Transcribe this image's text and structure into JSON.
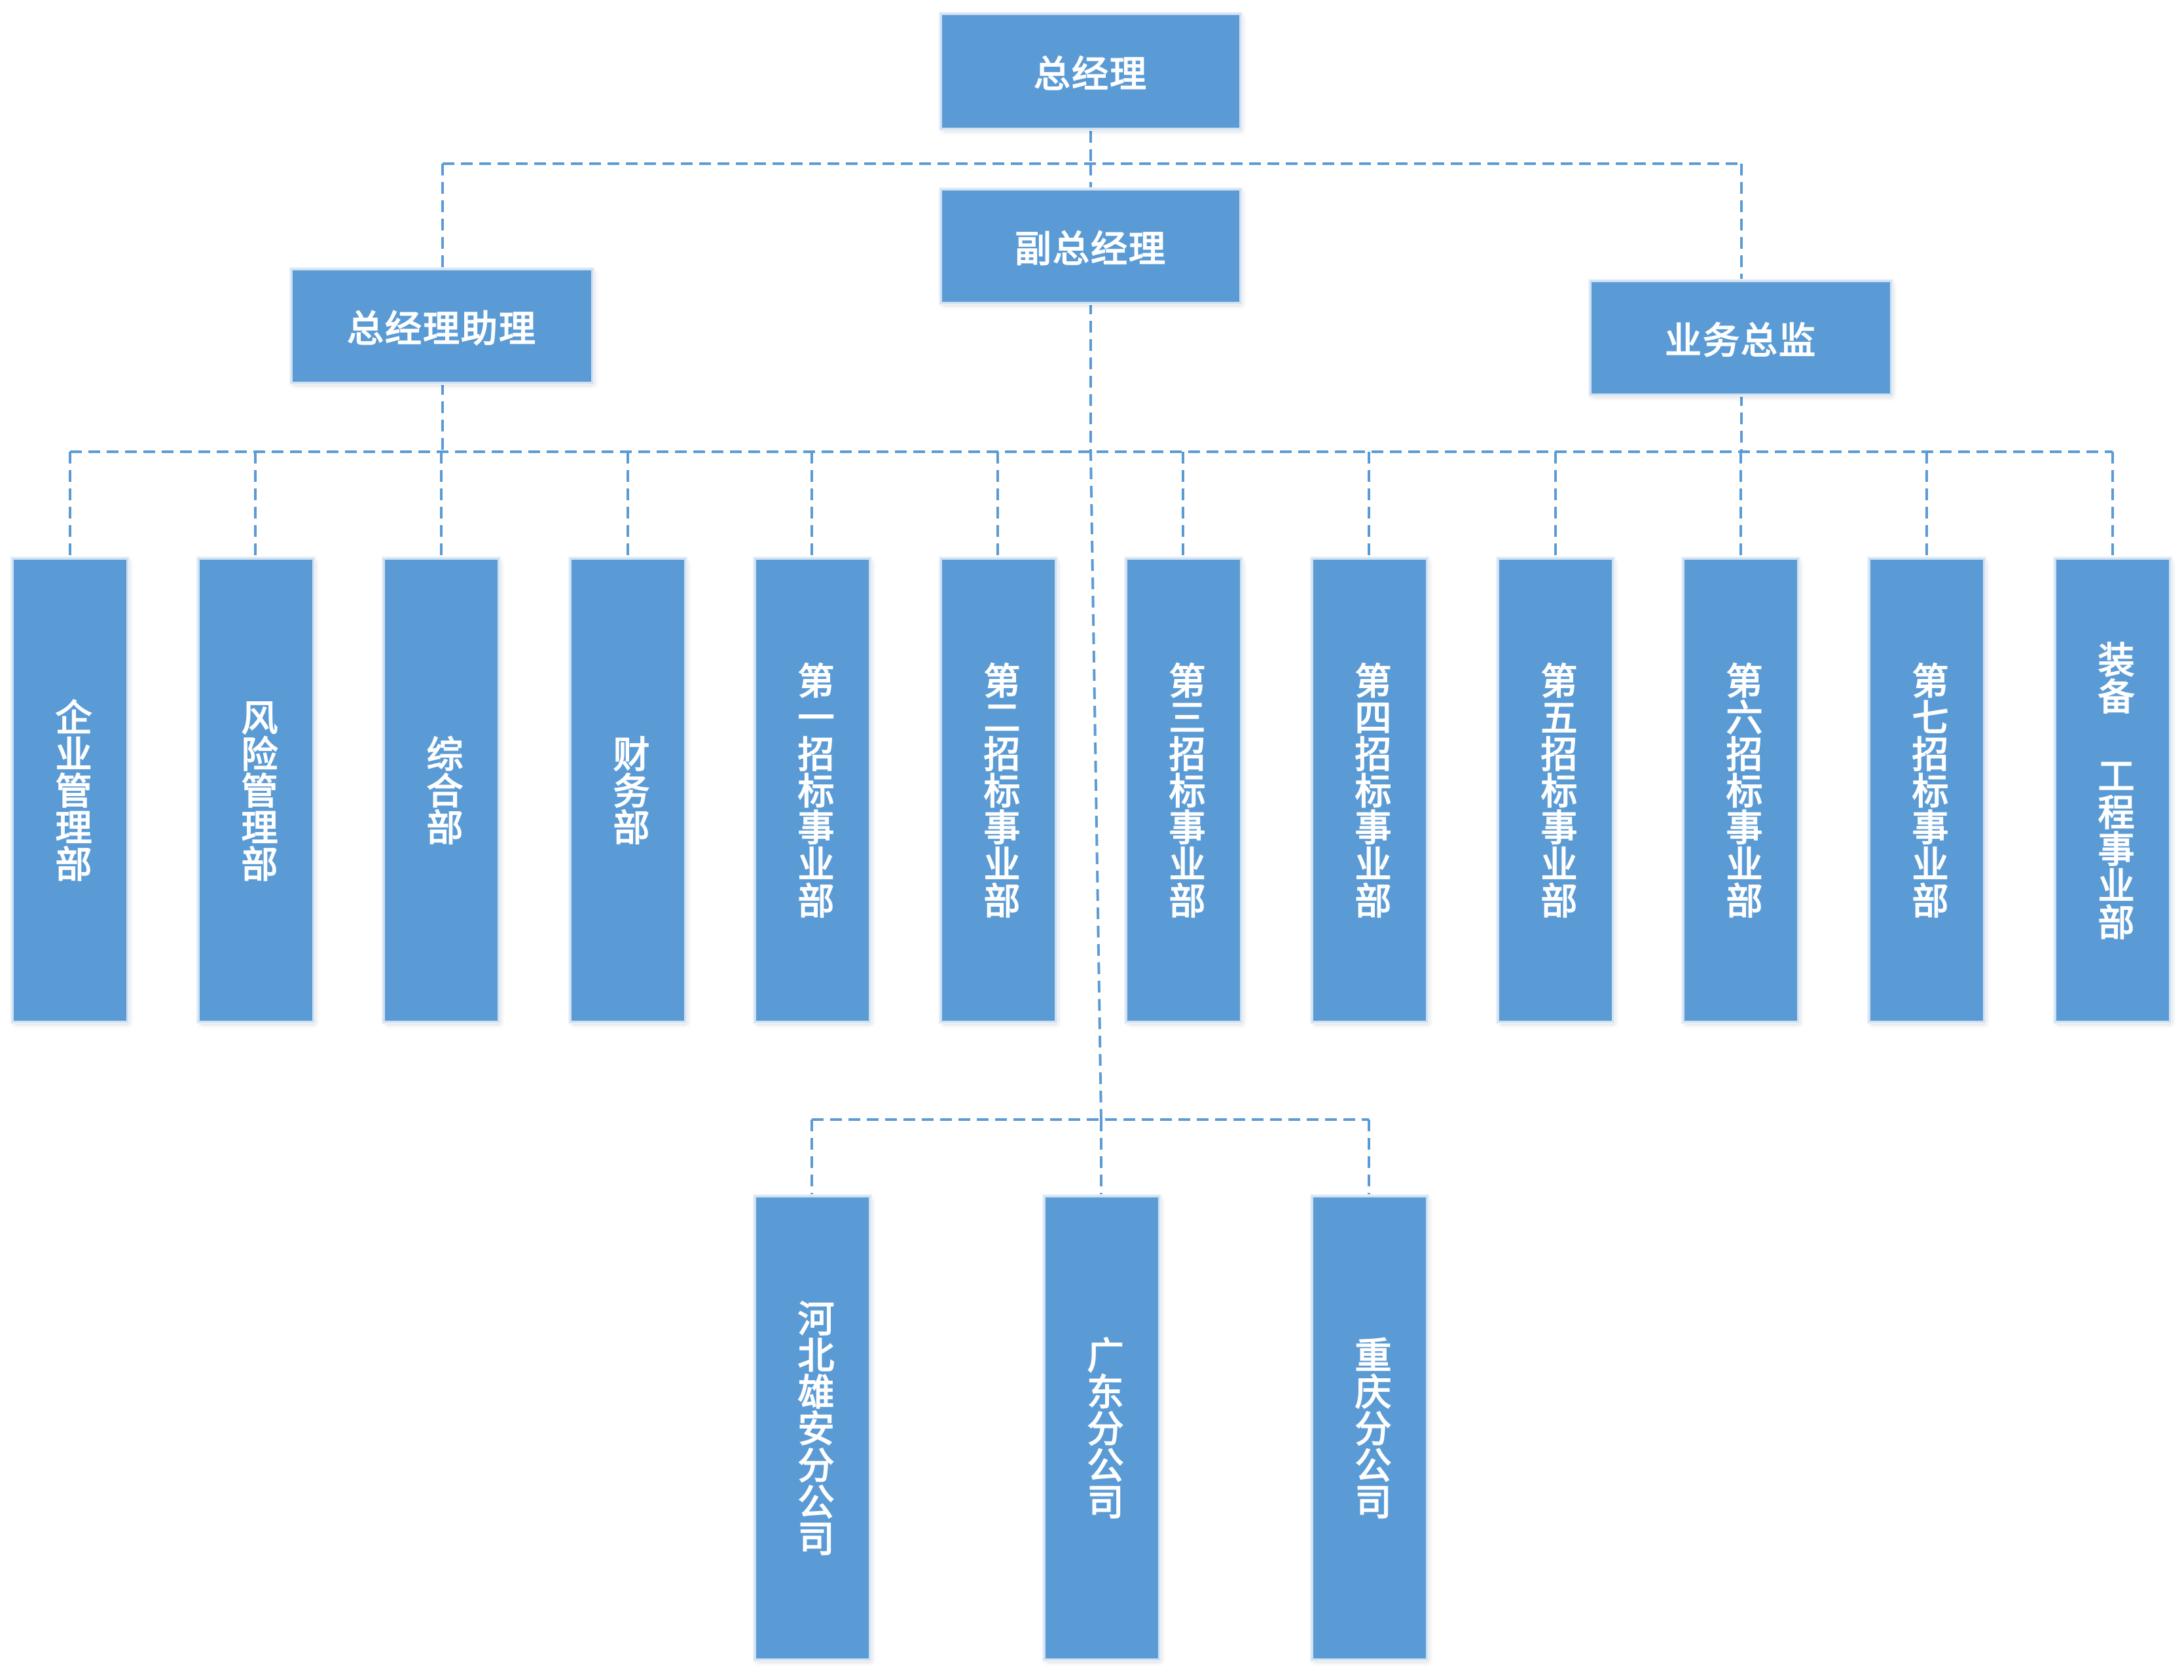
{
  "colors": {
    "box_fill": "#5b9bd5",
    "connector": "#5b9bd5",
    "text": "#ffffff"
  },
  "org": {
    "ceo": "总经理",
    "vice_gm": "副总经理",
    "gm_assistant": "总经理助理",
    "business_director": "业务总监",
    "departments": [
      "企业管理部",
      "风险管理部",
      "综合部",
      "财务部",
      "第一招标事业部",
      "第二招标事业部",
      "第三招标事业部",
      "第四招标事业部",
      "第五招标事业部",
      "第六招标事业部",
      "第七招标事业部",
      "装备 工程事业部"
    ],
    "branches": [
      "河北雄安分公司",
      "广东分公司",
      "重庆分公司"
    ]
  }
}
